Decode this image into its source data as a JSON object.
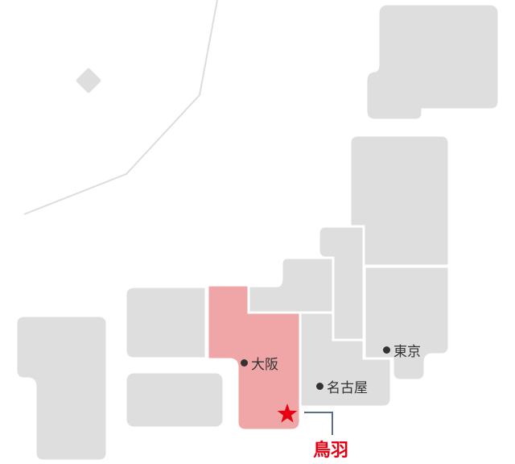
{
  "colors": {
    "region": "#dedede",
    "highlight": "#f0a6a6",
    "marker": "#e60012",
    "callout_line": "#5a6e85",
    "border_line": "#dddddd"
  },
  "highlighted_region": "kansai",
  "cities": [
    {
      "name": "大阪",
      "icon": "dot-icon"
    },
    {
      "name": "名古屋",
      "icon": "dot-icon"
    },
    {
      "name": "東京",
      "icon": "dot-icon"
    }
  ],
  "marker": {
    "name": "鳥羽",
    "icon": "star-icon"
  }
}
